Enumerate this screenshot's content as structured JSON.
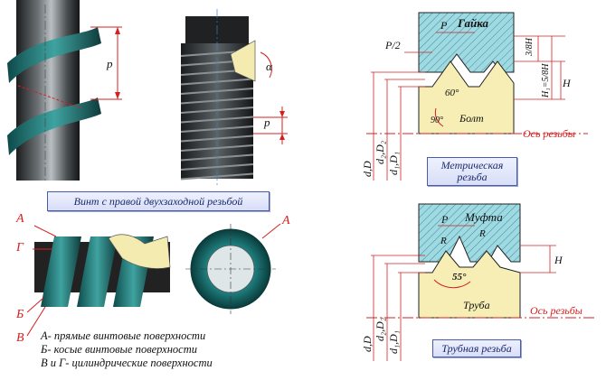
{
  "captions": {
    "double_start_screw": "Винт с правой двухзаходной резьбой",
    "metric_thread": "Метрическая резьба",
    "pipe_thread": "Трубная резьба"
  },
  "legend": {
    "line1": "А- прямые винтовые поверхности",
    "line2": "Б- косые винтовые поверхности",
    "line3": "В и Г- цилиндрические поверхности"
  },
  "screw": {
    "pitch_label": "p",
    "pitch_label_2": "p",
    "angle_label": "α",
    "surface_a": "А",
    "surface_g": "Г",
    "surface_b": "Б",
    "surface_v": "В",
    "surface_a_right": "А"
  },
  "metric": {
    "nut_label": "Гайка",
    "bolt_label": "Болт",
    "half_pitch": "P/2",
    "pitch": "P",
    "three_eighths_h": "3/8H",
    "h1": "H₁=5/8H",
    "h": "H",
    "angle60": "60°",
    "angle90": "90°",
    "axis": "Ось резьбы",
    "major_d": "d,D",
    "d2": "d₂,D₂",
    "d1": "d₁,D₁"
  },
  "pipe": {
    "coupling_label": "Муфта",
    "pipe_label": "Труба",
    "pitch": "P",
    "radius1": "R",
    "radius2": "R",
    "angle55": "55°",
    "h": "H",
    "axis": "Ось резьбы",
    "major_d": "d,D",
    "d2": "d₂,D₂",
    "d1": "d₁,D₁"
  },
  "colors": {
    "accent_red": "#d42020",
    "nut_fill": "#9fd9e2",
    "bolt_fill": "#f6eeb4",
    "steel_dark": "#2f3436",
    "thread_teal": "#1f7f7f"
  }
}
